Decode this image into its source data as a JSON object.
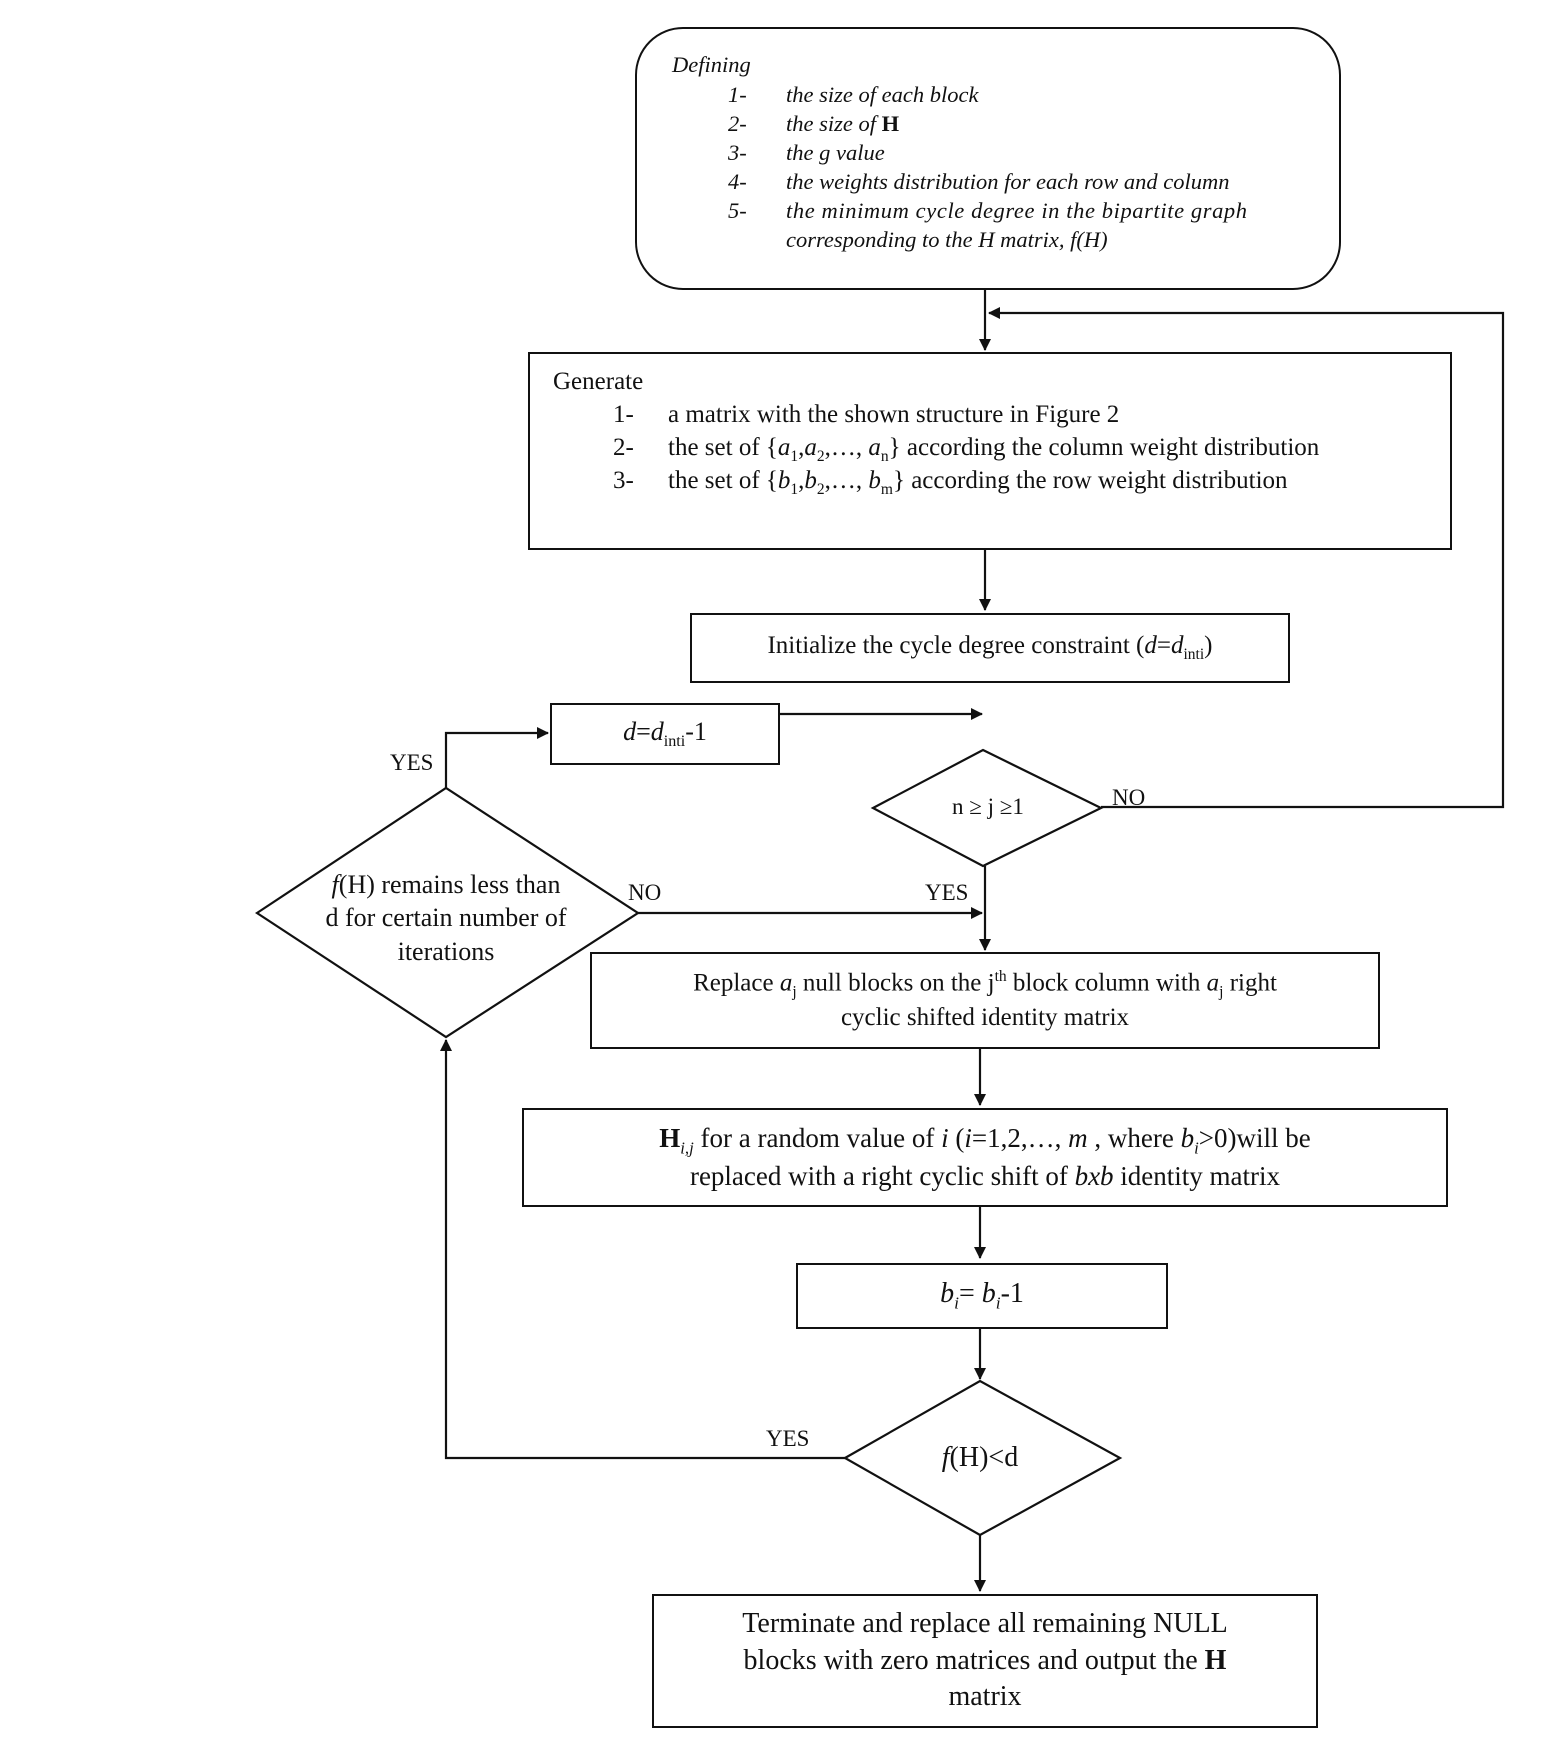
{
  "defining": {
    "title": "Defining",
    "items": [
      {
        "num": "1-",
        "text": "the size of each block"
      },
      {
        "num": "2-",
        "text": "the size of ",
        "bold": "H"
      },
      {
        "num": "3-",
        "text": "the g value"
      },
      {
        "num": "4-",
        "text": "the weights distribution for each row and column"
      },
      {
        "num": "5-",
        "text": "the minimum cycle degree in the bipartite graph",
        "text2": "corresponding to the H matrix, f(H)"
      }
    ]
  },
  "generate": {
    "title": "Generate",
    "item1": {
      "num": "1-",
      "text": "a matrix with the shown structure in Figure 2"
    },
    "item2": {
      "num": "2-",
      "pre": "the set of {",
      "a": "a",
      "s1": "1",
      "a2": "a",
      "s2": "2",
      "dots": ",…, ",
      "an": "a",
      "sn": "n",
      "post": "} according the column weight distribution"
    },
    "item3": {
      "num": "3-",
      "pre": "the set of {",
      "b": "b",
      "s1": "1",
      "b2": "b",
      "s2": "2",
      "dots": ",…, ",
      "bm": "b",
      "sm": "m",
      "post": "} according the row weight distribution"
    }
  },
  "initialize": {
    "pre": "Initialize the cycle degree constraint (",
    "d": "d",
    "eq": "=",
    "dinit": "d",
    "sub": "inti",
    "post": ")"
  },
  "decrement_d": {
    "d": "d",
    "eq": "=",
    "dinit": "d",
    "sub": "inti",
    "post": "-1"
  },
  "cond_j": {
    "text": "n ≥ j ≥1"
  },
  "cond_fh_iter": {
    "f": "f",
    "line1": "(H) remains less than",
    "line2": "d for certain number of",
    "line3": "iterations"
  },
  "replace_null": {
    "l1a": "Replace ",
    "a": "a",
    "asub": "j",
    "l1b": " null blocks on the j",
    "sup": "th",
    "l1c": " block column with ",
    "a2": "a",
    "a2sub": "j",
    "l1d": " right",
    "line2": "cyclic shifted identity matrix"
  },
  "random_h": {
    "H": "H",
    "Hsub": "i,j",
    "l1a": " for a random value of ",
    "i": "i",
    "l1b": "  (",
    "i2": "i",
    "l1c": "=1,2,…, ",
    "m": "m",
    "l1d": " , where ",
    "b": "b",
    "bsub": "i",
    "l1e": ">0)will be",
    "l2a": "replaced with a right cyclic shift of ",
    "bxb": "bxb",
    "l2b": " identity matrix"
  },
  "decrement_b": {
    "b1": "b",
    "s1": "i",
    "eq": "= ",
    "b2": "b",
    "s2": "i",
    "post": "-1"
  },
  "cond_fh": {
    "f": "f",
    "text": "(H)<d"
  },
  "terminate": {
    "line1": "Terminate and replace all remaining NULL",
    "line2a": "blocks with zero matrices and output the ",
    "bold": "H",
    "line3": "matrix"
  },
  "labels": {
    "yes_top": "YES",
    "no_mid": "NO",
    "no_right": "NO",
    "yes_j": "YES",
    "yes_bottom": "YES"
  }
}
